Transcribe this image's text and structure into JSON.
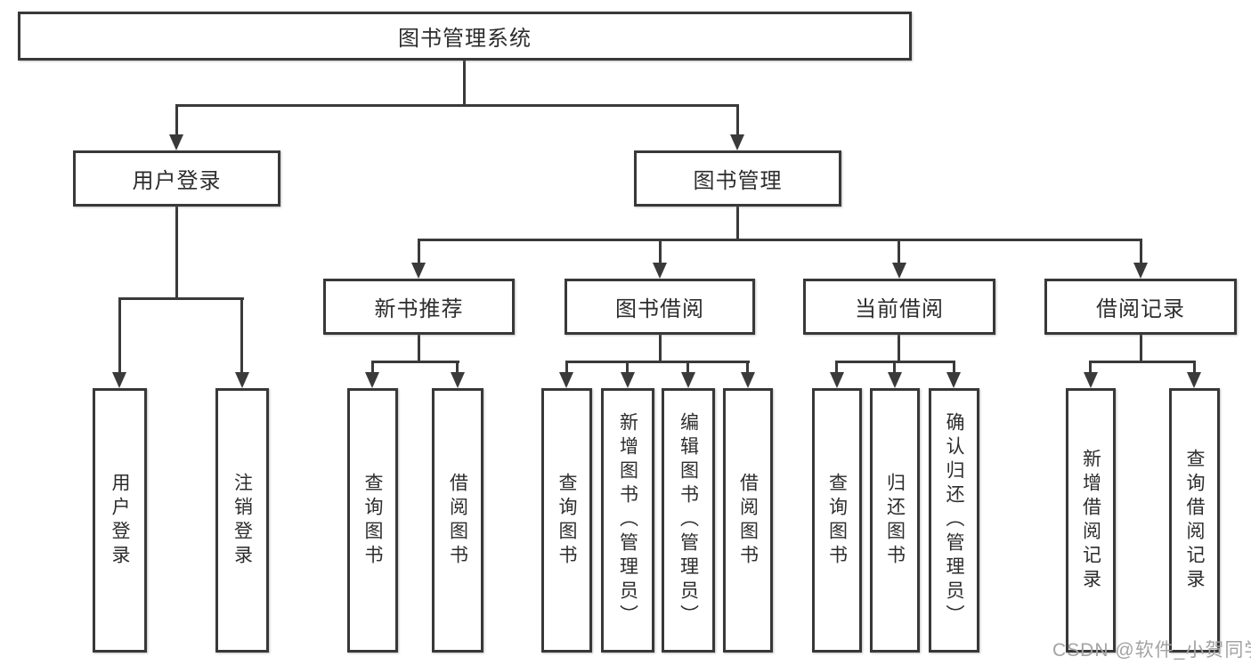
{
  "diagram": {
    "title": "图书管理系统",
    "type": "hierarchy-tree",
    "colors": {
      "border": "#383838",
      "line": "#3a3a3a",
      "text": "#2d2d2d",
      "watermark": "#a3a3a3",
      "background": "#ffffff"
    }
  },
  "nodes": {
    "root": "图书管理系统",
    "user_login": "用户登录",
    "book_mgmt": "图书管理",
    "new_book_rec": "新书推荐",
    "book_borrow": "图书借阅",
    "current_borrow": "当前借阅",
    "borrow_records": "借阅记录",
    "leaf_user_login": "用户登录",
    "leaf_logout": "注销登录",
    "rec_query_books": "查询图书",
    "rec_borrow_books": "借阅图书",
    "bb_query_books": "查询图书",
    "bb_add_books": "新增图书（管理员）",
    "bb_edit_books": "编辑图书（管理员）",
    "bb_borrow_books": "借阅图书",
    "cb_query_books": "查询图书",
    "cb_return_books": "归还图书",
    "cb_confirm_return": "确认归还（管理员）",
    "br_add_record": "新增借阅记录",
    "br_query_record": "查询借阅记录"
  },
  "watermark": {
    "text": "CSDN @软件_小贺同学"
  }
}
